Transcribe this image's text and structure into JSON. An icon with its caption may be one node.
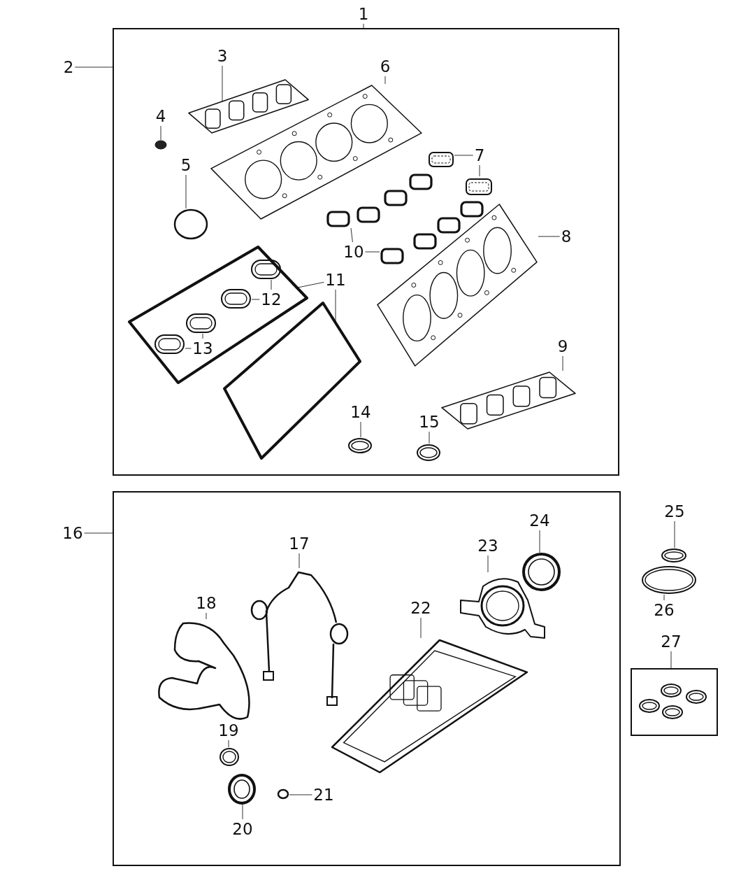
{
  "diagram": {
    "nodes": [
      {
        "text": [],
        "shape": "box"
      },
      {
        "text": [
          "1"
        ]
      },
      {
        "text": [
          "2"
        ]
      },
      {
        "text": [
          "3"
        ],
        "in": 0
      },
      {
        "text": [],
        "shape": "picture",
        "in": 0
      },
      {
        "text": [
          "4"
        ],
        "in": 0
      },
      {
        "text": [],
        "shape": "circle",
        "in": 0
      },
      {
        "text": [
          "5"
        ],
        "in": 0
      },
      {
        "text": [],
        "shape": "circle",
        "in": 0
      },
      {
        "text": [
          "6"
        ],
        "in": 0
      },
      {
        "text": [],
        "shape": "picture",
        "in": 0
      },
      {
        "text": [
          "7"
        ],
        "in": 0
      },
      {
        "text": [],
        "shape": "picture",
        "in": 0
      },
      {
        "text": [],
        "shape": "picture",
        "in": 0
      },
      {
        "text": [
          "8"
        ],
        "in": 0
      },
      {
        "text": [],
        "shape": "picture",
        "in": 0
      },
      {
        "text": [
          "9"
        ],
        "in": 0
      },
      {
        "text": [],
        "shape": "picture",
        "in": 0
      },
      {
        "text": [
          "10"
        ],
        "in": 0
      },
      {
        "text": [],
        "shape": "box",
        "in": 0
      },
      {
        "text": [],
        "shape": "box",
        "in": 0
      },
      {
        "text": [
          "11"
        ],
        "in": 0
      },
      {
        "text": [],
        "shape": "picture",
        "in": 0
      },
      {
        "text": [],
        "shape": "picture",
        "in": 0
      },
      {
        "text": [
          "12"
        ],
        "in": 22
      },
      {
        "text": [],
        "shape": "picture",
        "in": 22
      },
      {
        "text": [],
        "shape": "picture",
        "in": 22
      },
      {
        "text": [
          "13"
        ],
        "in": 22
      },
      {
        "text": [],
        "shape": "picture",
        "in": 22
      },
      {
        "text": [],
        "shape": "picture",
        "in": 22
      },
      {
        "text": [
          "14"
        ],
        "in": 0
      },
      {
        "text": [],
        "shape": "picture",
        "in": 0
      },
      {
        "text": [
          "15"
        ],
        "in": 0
      },
      {
        "text": [],
        "shape": "picture",
        "in": 0
      },
      {
        "text": [],
        "shape": "box"
      },
      {
        "text": [
          "16"
        ]
      },
      {
        "text": [
          "17"
        ],
        "in": 34
      },
      {
        "text": [],
        "shape": "picture",
        "in": 34
      },
      {
        "text": [
          "18"
        ],
        "in": 34
      },
      {
        "text": [],
        "shape": "picture",
        "in": 34
      },
      {
        "text": [
          "19"
        ],
        "in": 34
      },
      {
        "text": [],
        "shape": "picture",
        "in": 34
      },
      {
        "text": [
          "20"
        ],
        "in": 34
      },
      {
        "text": [],
        "shape": "picture",
        "in": 34
      },
      {
        "text": [
          "21"
        ],
        "in": 34
      },
      {
        "text": [],
        "shape": "circle",
        "in": 34
      },
      {
        "text": [
          "22"
        ],
        "in": 34
      },
      {
        "text": [],
        "shape": "picture",
        "in": 34
      },
      {
        "text": [
          "23"
        ],
        "in": 34
      },
      {
        "text": [],
        "shape": "picture",
        "in": 34
      },
      {
        "text": [
          "24"
        ],
        "in": 34
      },
      {
        "text": [],
        "shape": "picture",
        "in": 34
      },
      {
        "text": [
          "25"
        ]
      },
      {
        "text": [],
        "shape": "picture"
      },
      {
        "text": [
          "26"
        ]
      },
      {
        "text": [],
        "shape": "picture"
      },
      {
        "text": [
          "27"
        ]
      },
      {
        "text": [],
        "shape": "box"
      },
      {
        "text": [],
        "shape": "picture",
        "in": 57
      },
      {
        "text": [],
        "shape": "picture",
        "in": 57
      },
      {
        "text": [],
        "shape": "picture",
        "in": 57
      },
      {
        "text": [],
        "shape": "picture",
        "in": 57
      }
    ],
    "edges": [
      {
        "from": 1,
        "to": 0,
        "arrow": "none"
      },
      {
        "from": 2,
        "to": 0,
        "arrow": "none"
      },
      {
        "from": 3,
        "to": 4,
        "arrow": "none"
      },
      {
        "from": 5,
        "to": 6,
        "arrow": "none"
      },
      {
        "from": 7,
        "to": 8,
        "arrow": "none"
      },
      {
        "from": 9,
        "to": 10,
        "arrow": "none"
      },
      {
        "from": 11,
        "to": 12,
        "arrow": "none"
      },
      {
        "from": 11,
        "to": 13,
        "arrow": "none"
      },
      {
        "from": 14,
        "to": 15,
        "arrow": "none"
      },
      {
        "from": 16,
        "to": 17,
        "arrow": "none"
      },
      {
        "from": 18,
        "to": 19,
        "arrow": "none"
      },
      {
        "from": 18,
        "to": 20,
        "arrow": "none"
      },
      {
        "from": 21,
        "to": 22,
        "arrow": "none"
      },
      {
        "from": 21,
        "to": 23,
        "arrow": "none"
      },
      {
        "from": 24,
        "to": 25,
        "arrow": "none"
      },
      {
        "from": 24,
        "to": 26,
        "arrow": "none"
      },
      {
        "from": 27,
        "to": 28,
        "arrow": "none"
      },
      {
        "from": 27,
        "to": 29,
        "arrow": "none"
      },
      {
        "from": 30,
        "to": 31,
        "arrow": "none"
      },
      {
        "from": 32,
        "to": 33,
        "arrow": "none"
      },
      {
        "from": 35,
        "to": 34,
        "arrow": "none"
      },
      {
        "from": 36,
        "to": 37,
        "arrow": "none"
      },
      {
        "from": 38,
        "to": 39,
        "arrow": "none"
      },
      {
        "from": 40,
        "to": 41,
        "arrow": "none"
      },
      {
        "from": 42,
        "to": 43,
        "arrow": "none"
      },
      {
        "from": 44,
        "to": 45,
        "arrow": "none"
      },
      {
        "from": 46,
        "to": 47,
        "arrow": "none"
      },
      {
        "from": 48,
        "to": 49,
        "arrow": "none"
      },
      {
        "from": 50,
        "to": 51,
        "arrow": "none"
      },
      {
        "from": 52,
        "to": 53,
        "arrow": "none"
      },
      {
        "from": 54,
        "to": 55,
        "arrow": "none"
      },
      {
        "from": 56,
        "to": 57,
        "arrow": "none"
      }
    ]
  }
}
